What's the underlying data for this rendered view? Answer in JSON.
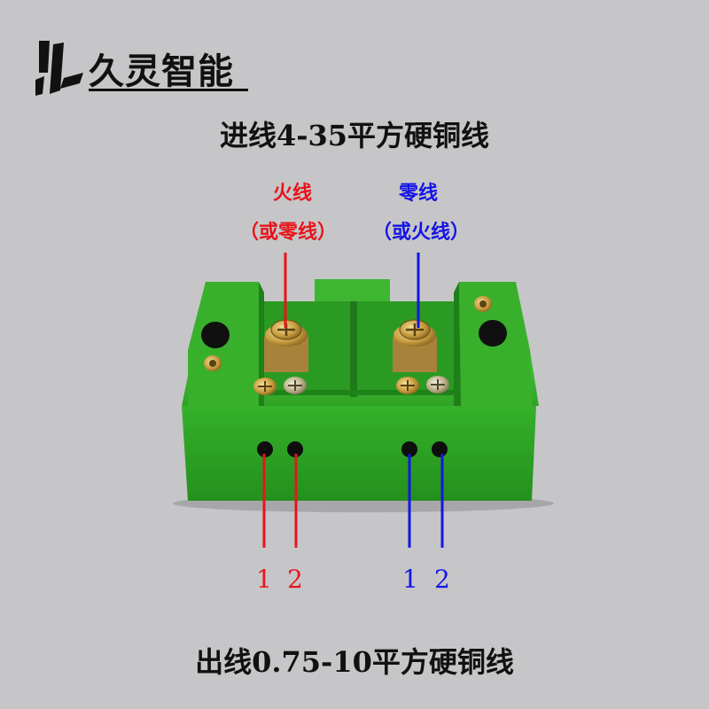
{
  "logo": {
    "mark": "IL",
    "text": "久灵智能"
  },
  "top_caption": "进线4-35平方硬铜线",
  "bottom_caption": "出线0.75-10平方硬铜线",
  "input_labels": {
    "left_main": "火线",
    "left_alt": "（或零线）",
    "right_main": "零线",
    "right_alt": "（或火线）"
  },
  "output_numbers": {
    "left_1": "1",
    "left_2": "2",
    "right_1": "1",
    "right_2": "2"
  },
  "colors": {
    "live": "#e8141b",
    "neutral": "#1414e6",
    "body": "#2fa324",
    "background": "#c6c6c8"
  }
}
